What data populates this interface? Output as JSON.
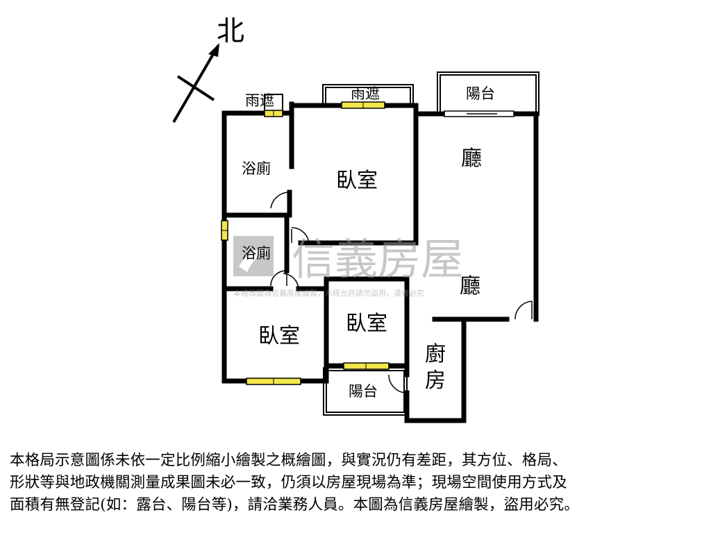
{
  "compass": {
    "north_label": "北"
  },
  "rooms": {
    "awning_small": "雨遮",
    "awning_top": "雨遮",
    "balcony_top": "陽台",
    "living_upper": "廳",
    "bath_upper": "浴廁",
    "bedroom_main": "臥室",
    "bath_lower": "浴廁",
    "living_lower": "廳",
    "bedroom_left": "臥室",
    "bedroom_small": "臥室",
    "kitchen_line1": "廚",
    "kitchen_line2": "房",
    "balcony_bottom": "陽台"
  },
  "watermark": {
    "brand": "信義房屋",
    "notice": "本格局圖為信義房屋繪製，未經允許請勿盜用，違者必究"
  },
  "disclaimer": {
    "line1": "本格局示意圖係未依一定比例縮小繪製之概繪圖，與實況仍有差距，其方位、格局、",
    "line2": "形狀等與地政機關測量成果圖未必一致，仍須以房屋現場為準；現場空間使用方式及",
    "line3": "面積有無登記(如：露台、陽台等)，請洽業務人員。本圖為信義房屋繪製，盜用必究。"
  },
  "colors": {
    "wall": "#000000",
    "window": "#f2e64a",
    "watermark": "#9a9a9a"
  }
}
